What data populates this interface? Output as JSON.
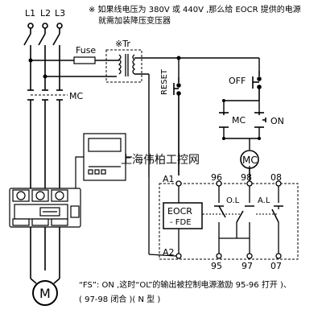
{
  "notes": {
    "top_line1": "※ 如果线电压为 380V 或 440V ,那么给 EOCR 提供的电源",
    "top_line2": "就需加装降压变压器",
    "bottom_line1": "“FS”: ON ,这时“OL”的输出被控制电源激励 95-96 打开 )、",
    "bottom_line2": "( 97-98 闭合 )( N 型 )"
  },
  "watermark": "上海伟柏工控网",
  "labels": {
    "l1": "L1",
    "l2": "L2",
    "l3": "L3",
    "fuse": "Fuse",
    "tr": "※Tr",
    "mc": "MC",
    "reset": "RESET",
    "off": "OFF",
    "mc_contact": "MC",
    "on": "ON",
    "mc_coil": "MC",
    "a1": "A1",
    "a2": "A2",
    "t96": "96",
    "t98": "98",
    "t08": "08",
    "t95": "95",
    "t97": "97",
    "t07": "07",
    "ol": "O.L",
    "al": "A.L",
    "eocr1": "EOCR",
    "eocr2": "- FDE",
    "motor": "M"
  },
  "icons": {
    "motor": "motor-icon",
    "transformer": "transformer-icon",
    "fuse": "fuse-icon",
    "meter": "meter-display-icon",
    "ct_block": "current-transformer-icon"
  }
}
